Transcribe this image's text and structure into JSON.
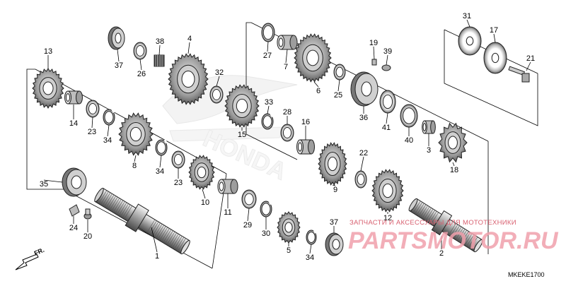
{
  "diagram": {
    "diagram_code": "MKEKE1700",
    "direction_label": "FR.",
    "watermark": {
      "line1": "ЗАПЧАСТИ И АКСЕССУАРЫ ДЛЯ МОТОТЕХНИКИ",
      "brand": "PARTSMOTOR.RU"
    },
    "background_mark": "HONDA",
    "callouts": [
      {
        "id": "c1",
        "label": "1"
      },
      {
        "id": "c2",
        "label": "2"
      },
      {
        "id": "c3",
        "label": "3"
      },
      {
        "id": "c4",
        "label": "4"
      },
      {
        "id": "c5",
        "label": "5"
      },
      {
        "id": "c6",
        "label": "6"
      },
      {
        "id": "c7",
        "label": "7"
      },
      {
        "id": "c8",
        "label": "8"
      },
      {
        "id": "c9",
        "label": "9"
      },
      {
        "id": "c10",
        "label": "10"
      },
      {
        "id": "c11",
        "label": "11"
      },
      {
        "id": "c12",
        "label": "12"
      },
      {
        "id": "c13",
        "label": "13"
      },
      {
        "id": "c14",
        "label": "14"
      },
      {
        "id": "c15",
        "label": "15"
      },
      {
        "id": "c16",
        "label": "16"
      },
      {
        "id": "c17",
        "label": "17"
      },
      {
        "id": "c18",
        "label": "18"
      },
      {
        "id": "c19",
        "label": "19"
      },
      {
        "id": "c20",
        "label": "20"
      },
      {
        "id": "c21",
        "label": "21"
      },
      {
        "id": "c22",
        "label": "22"
      },
      {
        "id": "c23a",
        "label": "23"
      },
      {
        "id": "c23b",
        "label": "23"
      },
      {
        "id": "c24",
        "label": "24"
      },
      {
        "id": "c25",
        "label": "25"
      },
      {
        "id": "c26",
        "label": "26"
      },
      {
        "id": "c27",
        "label": "27"
      },
      {
        "id": "c28",
        "label": "28"
      },
      {
        "id": "c29",
        "label": "29"
      },
      {
        "id": "c30",
        "label": "30"
      },
      {
        "id": "c31",
        "label": "31"
      },
      {
        "id": "c32",
        "label": "32"
      },
      {
        "id": "c33",
        "label": "33"
      },
      {
        "id": "c34a",
        "label": "34"
      },
      {
        "id": "c34b",
        "label": "34"
      },
      {
        "id": "c34c",
        "label": "34"
      },
      {
        "id": "c35",
        "label": "35"
      },
      {
        "id": "c36",
        "label": "36"
      },
      {
        "id": "c37a",
        "label": "37"
      },
      {
        "id": "c37b",
        "label": "37"
      },
      {
        "id": "c38",
        "label": "38"
      },
      {
        "id": "c39",
        "label": "39"
      },
      {
        "id": "c40",
        "label": "40"
      },
      {
        "id": "c41",
        "label": "41"
      }
    ]
  }
}
